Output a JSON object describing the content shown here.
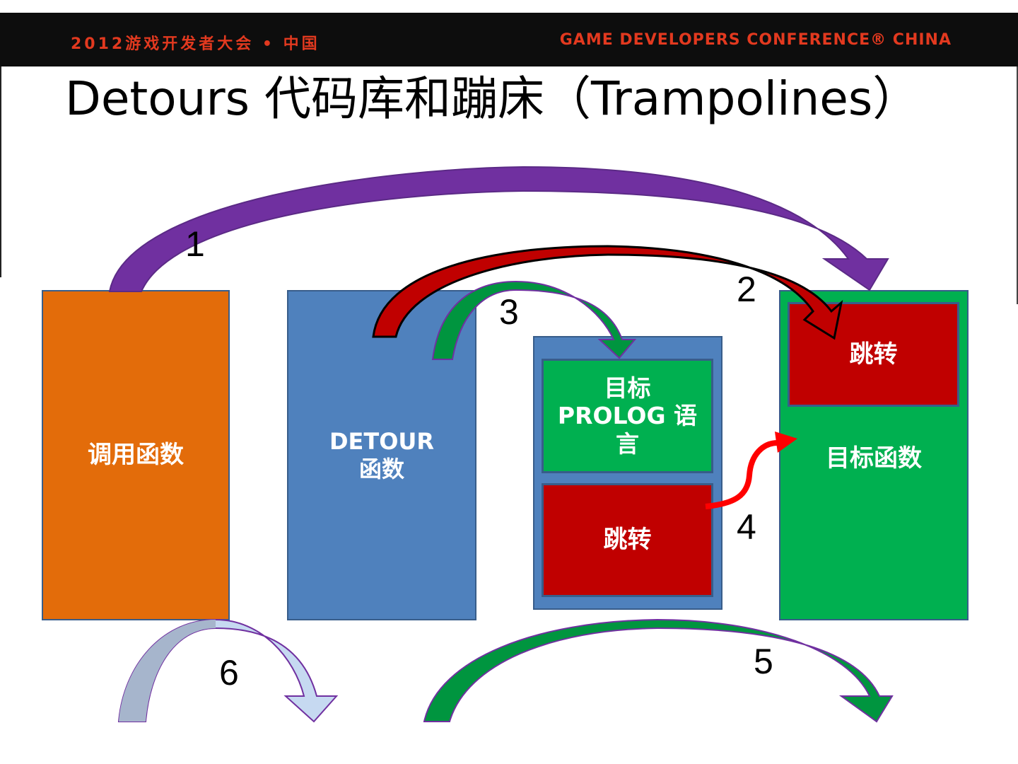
{
  "header": {
    "left": "2012游戏开发者大会 • 中国",
    "right": "GAME DEVELOPERS CONFERENCE® CHINA"
  },
  "slide": {
    "title": "Detours 代码库和蹦床（Trampolines）"
  },
  "diagram": {
    "caller": "调用函数",
    "detour": [
      "DETOUR",
      "函数"
    ],
    "trampoline_prolog": [
      "目标",
      "PROLOG 语",
      "言"
    ],
    "trampoline_jump": "跳转",
    "target_jump": "跳转",
    "target_function": "目标函数",
    "steps": [
      "1",
      "2",
      "3",
      "4",
      "5",
      "6"
    ]
  },
  "colors": {
    "header_bg": "#0d0d0d",
    "header_text": "#e2391f",
    "caller": "#e36c0a",
    "detour": "#4f81bd",
    "green": "#00b050",
    "red": "#c00000",
    "purple": "#7030a0",
    "light_blue": "#c6d9f1"
  }
}
